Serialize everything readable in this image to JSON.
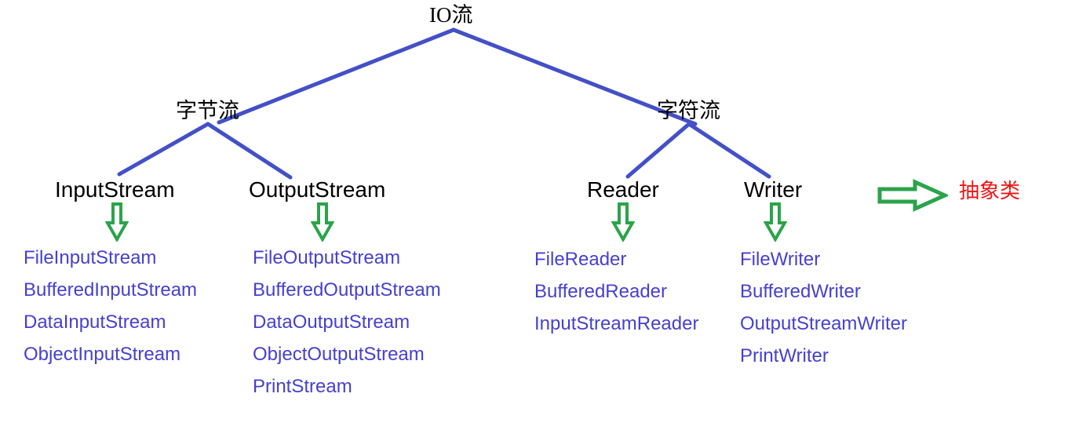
{
  "diagram": {
    "title": "IO流",
    "root": {
      "label": "IO流"
    },
    "level2": [
      {
        "label": "字节流"
      },
      {
        "label": "字符流"
      }
    ],
    "level3": [
      {
        "label": "InputStream"
      },
      {
        "label": "OutputStream"
      },
      {
        "label": "Reader"
      },
      {
        "label": "Writer"
      }
    ],
    "columns": [
      {
        "parent": "InputStream",
        "items": [
          "FileInputStream",
          "BufferedInputStream",
          "DataInputStream",
          "ObjectInputStream"
        ]
      },
      {
        "parent": "OutputStream",
        "items": [
          "FileOutputStream",
          "BufferedOutputStream",
          "DataOutputStream",
          "ObjectOutputStream",
          "PrintStream"
        ]
      },
      {
        "parent": "Reader",
        "items": [
          "FileReader",
          "BufferedReader",
          "InputStreamReader"
        ]
      },
      {
        "parent": "Writer",
        "items": [
          "FileWriter",
          "BufferedWriter",
          "OutputStreamWriter",
          "PrintWriter"
        ]
      }
    ],
    "legend": {
      "arrow": "right-arrow-icon",
      "label": "抽象类"
    },
    "colors": {
      "edge": "#4350c8",
      "leaf_text": "#4640cf",
      "node_text": "#000000",
      "arrow": "#2ba34a",
      "legend_text": "#ee1414",
      "background": "#ffffff"
    }
  }
}
